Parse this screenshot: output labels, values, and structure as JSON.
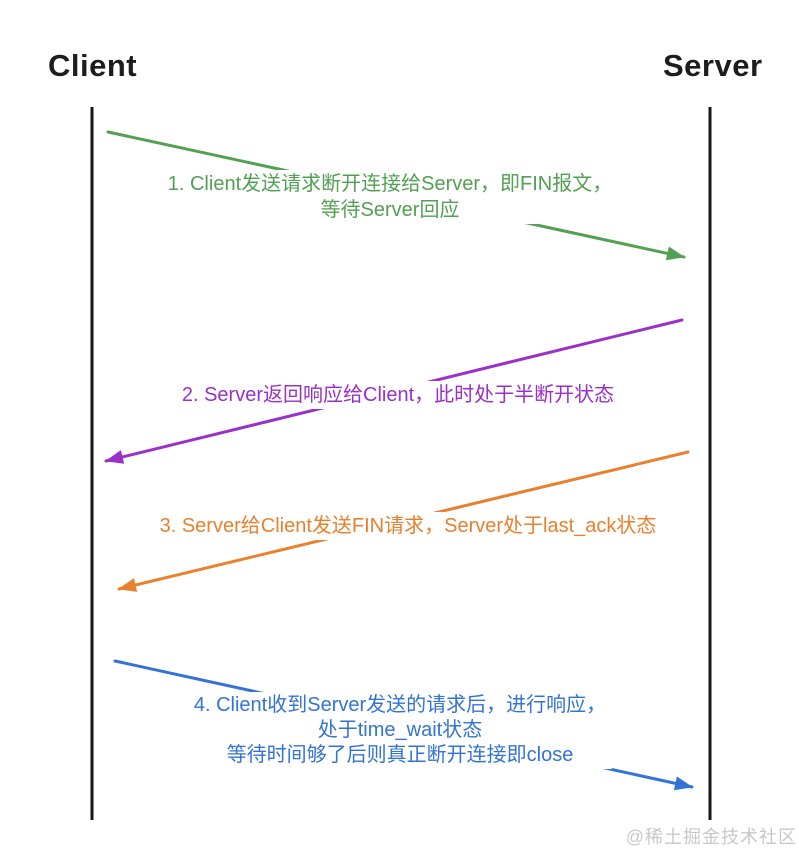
{
  "diagram": {
    "type": "sequence-diagram",
    "topic": "TCP connection close (four-way wave) between Client and Server",
    "participants": {
      "left": "Client",
      "right": "Server"
    },
    "colors": {
      "step1_green": "#52a052",
      "step2_purple": "#9a30c7",
      "step3_orange": "#e8802e",
      "step4_blue": "#3373d4",
      "lifeline": "#161616",
      "participant_text": "#1d1d1f",
      "watermark_text": "#c8c8c8"
    },
    "steps": [
      {
        "id": 1,
        "color": "#52a052",
        "direction": "client-to-server",
        "lines": [
          "1. Client发送请求断开连接给Server，即FIN报文，",
          "等待Server回应"
        ]
      },
      {
        "id": 2,
        "color": "#9a30c7",
        "direction": "server-to-client",
        "lines": [
          "2. Server返回响应给Client，此时处于半断开状态"
        ]
      },
      {
        "id": 3,
        "color": "#e8802e",
        "direction": "server-to-client",
        "lines": [
          "3. Server给Client发送FIN请求，Server处于last_ack状态"
        ]
      },
      {
        "id": 4,
        "color": "#3373d4",
        "direction": "client-to-server",
        "lines": [
          "4. Client收到Server发送的请求后，进行响应，",
          "处于time_wait状态",
          "等待时间够了后则真正断开连接即close"
        ]
      }
    ],
    "watermark": "@稀土掘金技术社区"
  }
}
